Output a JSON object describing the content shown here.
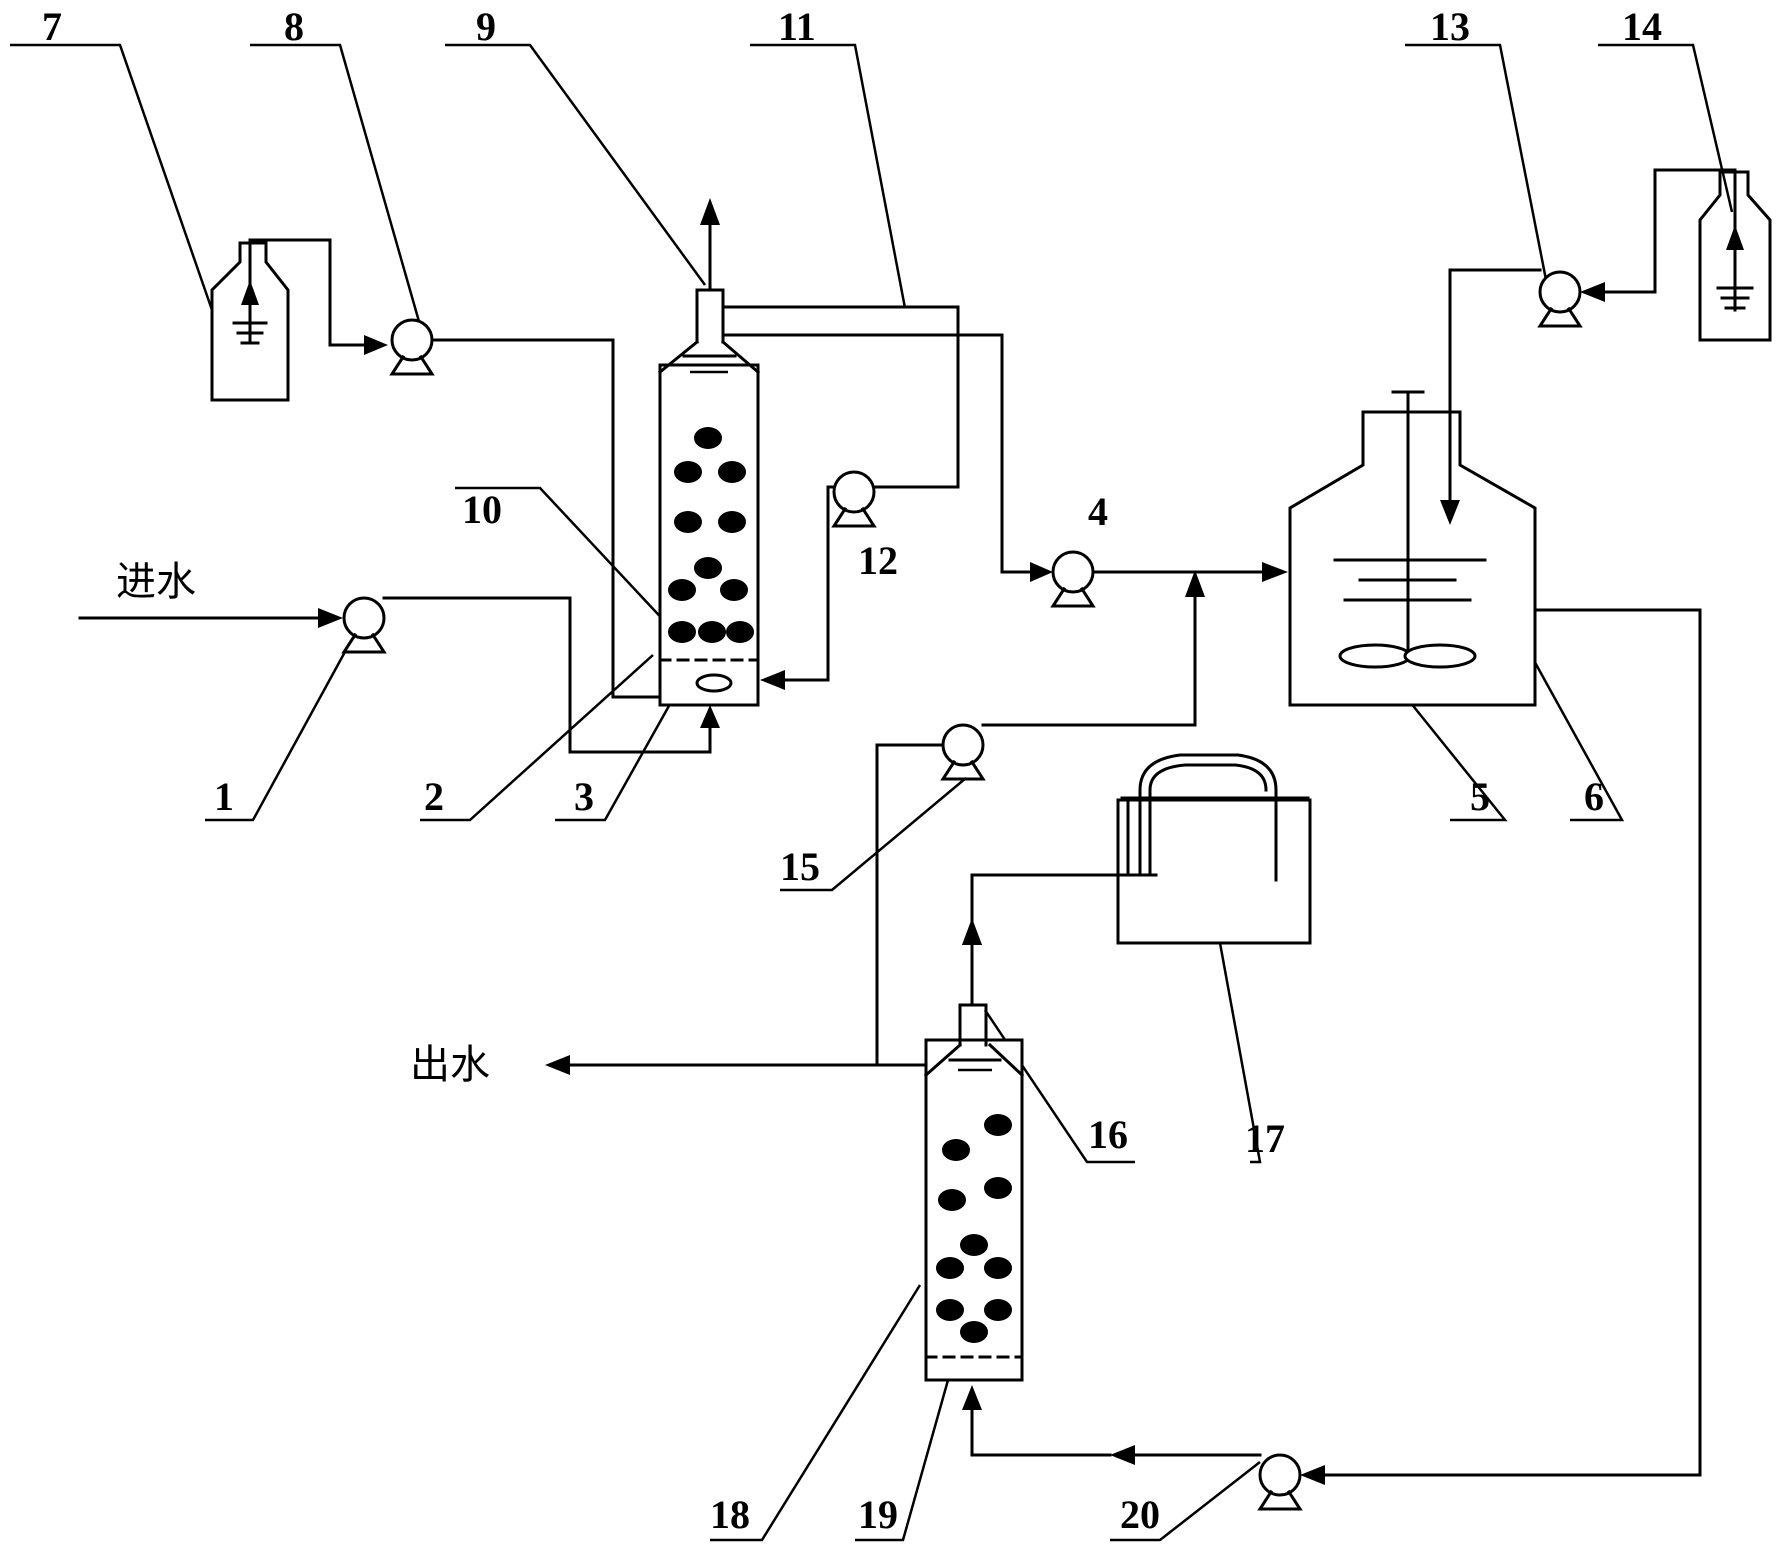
{
  "labels": {
    "n1": "1",
    "n2": "2",
    "n3": "3",
    "n4": "4",
    "n5": "5",
    "n6": "6",
    "n7": "7",
    "n8": "8",
    "n9": "9",
    "n10": "10",
    "n11": "11",
    "n12": "12",
    "n13": "13",
    "n14": "14",
    "n15": "15",
    "n16": "16",
    "n17": "17",
    "n18": "18",
    "n19": "19",
    "n20": "20"
  },
  "flows": {
    "inlet": "进水",
    "outlet": "出水"
  }
}
